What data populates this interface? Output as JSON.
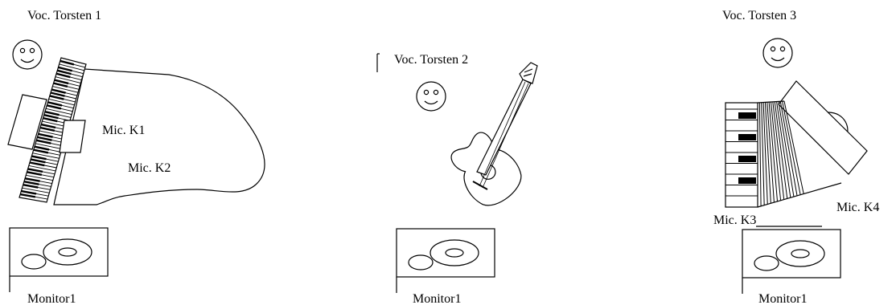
{
  "labels": {
    "vocal_1": "Voc. Torsten 1",
    "vocal_2": "Voc. Torsten 2",
    "vocal_3": "Voc. Torsten 3",
    "mic_k1": "Mic. K1",
    "mic_k2": "Mic. K2",
    "mic_k3": "Mic. K3",
    "mic_k4": "Mic. K4",
    "monitor_left": "Monitor1",
    "monitor_center": "Monitor1",
    "monitor_right": "Monitor1"
  },
  "icons": {
    "performer": "smiley-face-icon",
    "piano": "grand-piano-icon",
    "guitar": "acoustic-guitar-icon",
    "accordion": "accordion-icon",
    "monitor": "stage-monitor-speaker-icon"
  }
}
